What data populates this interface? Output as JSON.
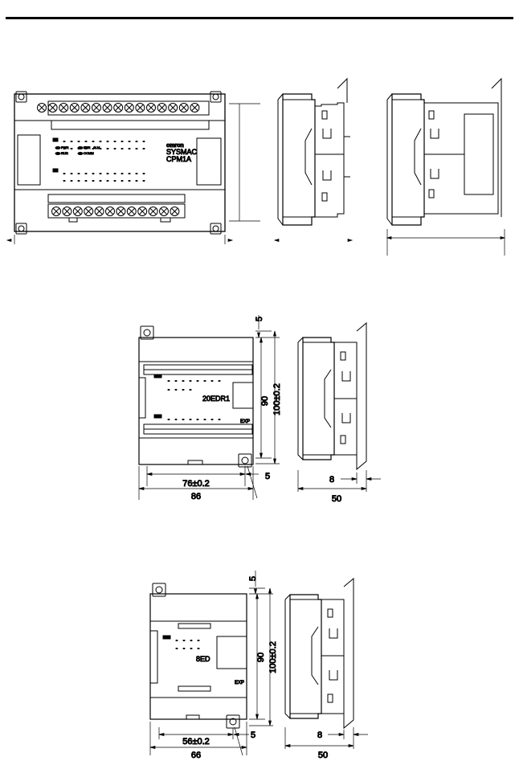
{
  "header": {},
  "drawing1": {
    "brand": "omron",
    "series": "SYSMAC",
    "model": "CPM1A",
    "indicators": [
      "PWR",
      "RUN",
      "ERR",
      "ALM",
      "COMM"
    ]
  },
  "drawing2": {
    "model_label": "20EDR1",
    "exp_label": "EXP",
    "dims": {
      "top_margin": "5",
      "inner_height": "90",
      "outer_height": "100±0.2",
      "hole_pitch": "76±0.2",
      "width": "86",
      "corner": "5",
      "side_offset": "8",
      "depth": "50"
    }
  },
  "drawing3": {
    "model_label": "8ED",
    "exp_label": "EXP",
    "dims": {
      "top_margin": "5",
      "inner_height": "90",
      "outer_height": "100±0.2",
      "hole_pitch": "56±0.2",
      "width": "66",
      "corner": "5",
      "side_offset": "8",
      "depth": "50"
    }
  },
  "colors": {
    "line": "#000000",
    "background": "#ffffff"
  }
}
